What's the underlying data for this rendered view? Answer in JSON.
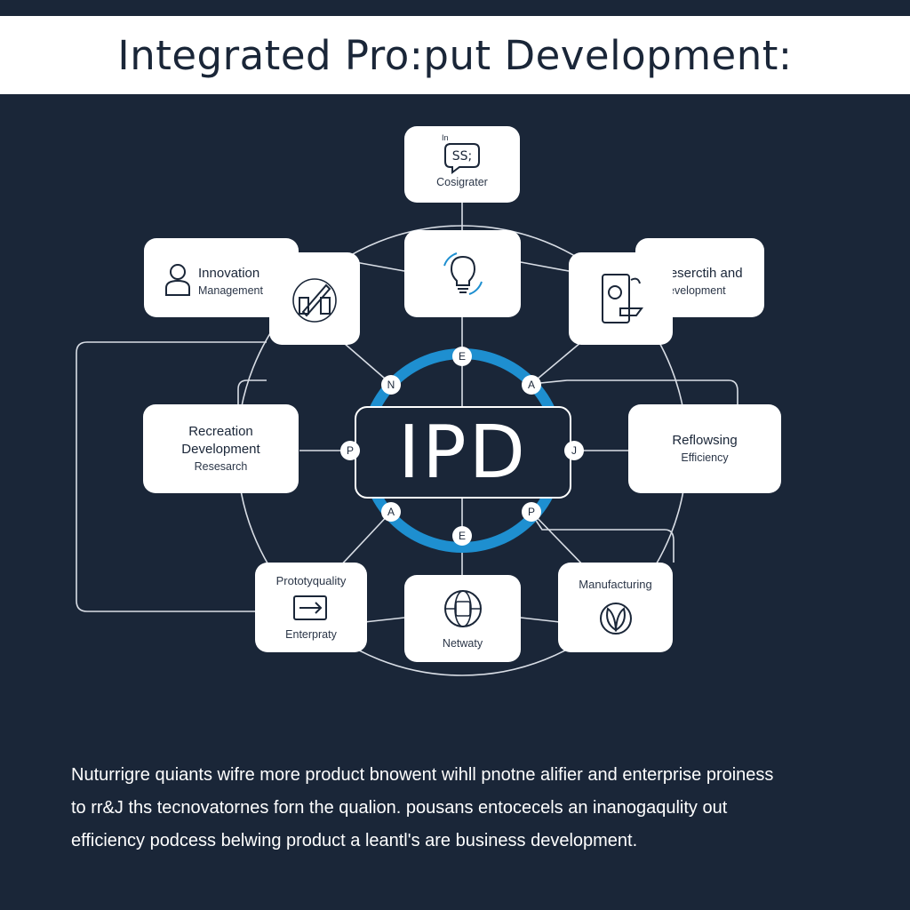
{
  "title": "Integrated Pro:put Development:",
  "center": {
    "label": "IPD"
  },
  "nodes": {
    "top": {
      "icon_text": "SS;",
      "small": "In",
      "caption": "Cosigrater",
      "icon": "chat-bubble-icon"
    },
    "top_inner": {
      "icon": "lightbulb-icon"
    },
    "innovation": {
      "title": "Innovation",
      "sub": "Management",
      "icon": "person-icon"
    },
    "innovation_icon": {
      "icon": "tools-icon"
    },
    "research": {
      "title": "Reserctih and",
      "sub": "Development",
      "icon": "document-gear-icon"
    },
    "recreation": {
      "line1": "Recreation",
      "line2": "Development",
      "line3": "Resesarch"
    },
    "reflowsing": {
      "title": "Reflowsing",
      "sub": "Efficiency"
    },
    "prototype": {
      "title": "Prototyquality",
      "sub": "Enterpraty",
      "icon": "arrow-board-icon"
    },
    "netwaty": {
      "caption": "Netwaty",
      "icon": "globe-icon"
    },
    "manufacturing": {
      "title": "Manufacturing",
      "icon": "leaf-gear-icon"
    }
  },
  "badges": {
    "top": "E",
    "upper_left": "N",
    "upper_right": "A",
    "left": "P",
    "right": "J",
    "lower_left": "A",
    "lower_right": "P",
    "bottom": "E"
  },
  "footer": [
    "Nuturrigre quiants wifre more product bnowent wihll pnotne alifier and enterprise proiness",
    "to rr&J ths tecnovatornes forn the qualion. pousans entocecels an inanogaqulity out",
    "efficiency podcess belwing product a leantl's are business development."
  ],
  "colors": {
    "background": "#1a2638",
    "accent_ring": "#1e8fd0",
    "card": "#ffffff"
  }
}
